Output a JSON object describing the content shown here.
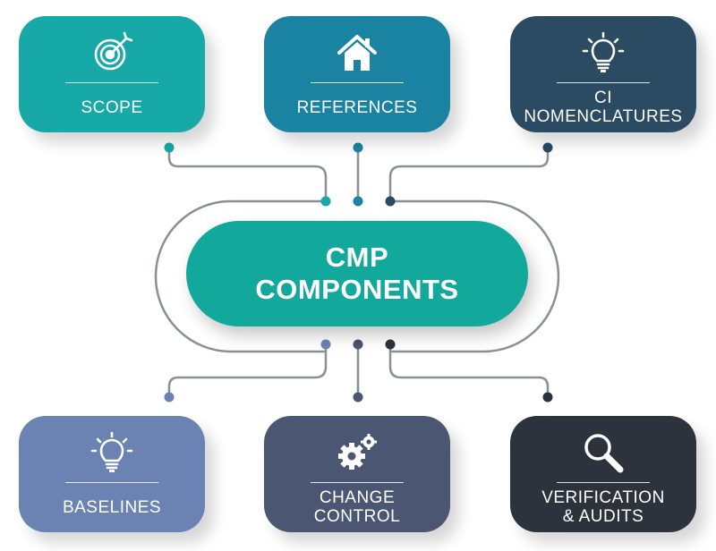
{
  "center": {
    "line1": "CMP",
    "line2": "COMPONENTS",
    "color": "#12a89b"
  },
  "cards": [
    {
      "id": "scope",
      "label_lines": [
        "SCOPE"
      ],
      "icon": "target-icon",
      "color": "#17a8a8"
    },
    {
      "id": "references",
      "label_lines": [
        "REFERENCES"
      ],
      "icon": "home-icon",
      "color": "#1a83a2"
    },
    {
      "id": "ci-nomenclatures",
      "label_lines": [
        "CI",
        "NOMENCLATURES"
      ],
      "icon": "lightbulb-icon",
      "color": "#2b4b63"
    },
    {
      "id": "baselines",
      "label_lines": [
        "BASELINES"
      ],
      "icon": "lightbulb-icon",
      "color": "#6a83b3"
    },
    {
      "id": "change-control",
      "label_lines": [
        "CHANGE",
        "CONTROL"
      ],
      "icon": "gears-icon",
      "color": "#4a5672"
    },
    {
      "id": "verification-audits",
      "label_lines": [
        "VERIFICATION",
        "& AUDITS"
      ],
      "icon": "magnifier-icon",
      "color": "#2d333d"
    }
  ],
  "connector_color": "#8a8f96"
}
